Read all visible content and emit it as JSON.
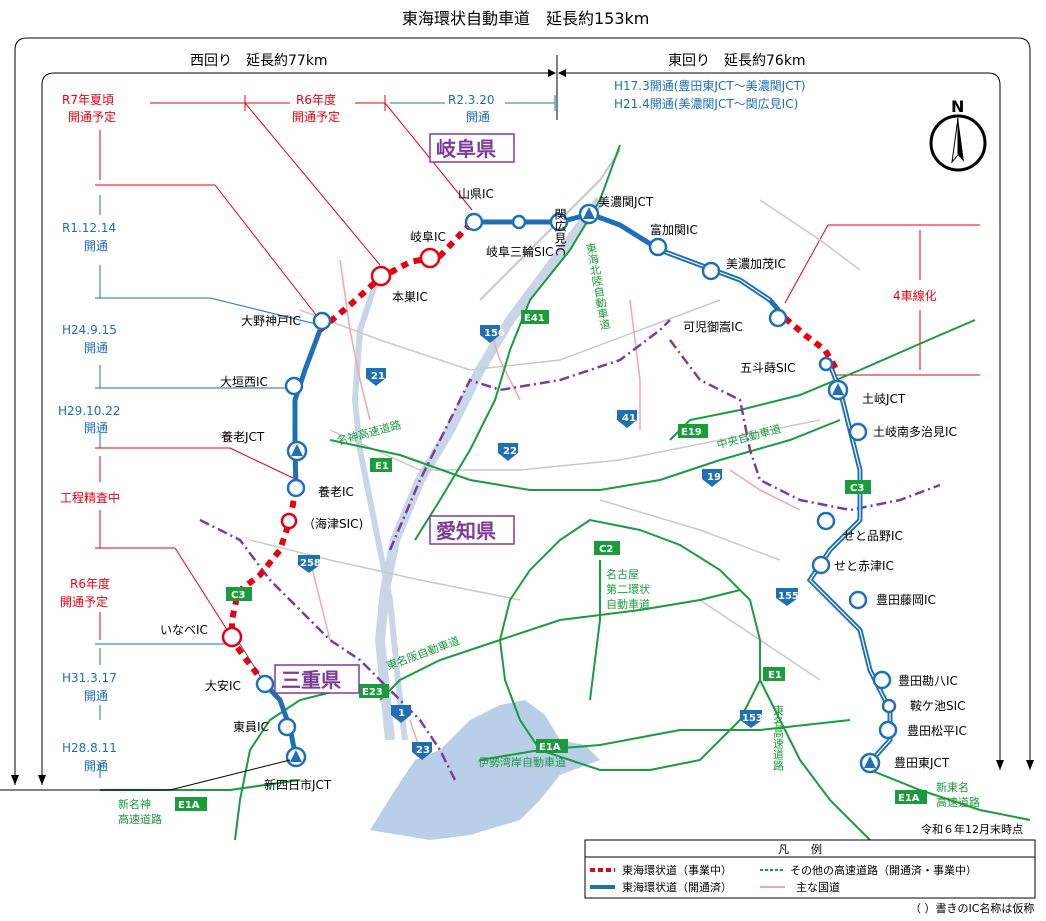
{
  "title": "東海環状自動車道　延長約153km",
  "west": {
    "label": "西回り　延長約77km"
  },
  "east": {
    "label": "東回り　延長約76km",
    "note1": "H17.3開通(豊田東JCT～美濃関JCT)",
    "note2": "H21.4開通(美濃関JCT～関広見IC)"
  },
  "top_segments": {
    "r7": [
      "R7年夏頃",
      "開通予定"
    ],
    "r6": [
      "R6年度",
      "開通予定"
    ],
    "r2": [
      "R2.3.20",
      "開通"
    ]
  },
  "left_segments": {
    "r1": [
      "R1.12.14",
      "開通"
    ],
    "h24": [
      "H24.9.15",
      "開通"
    ],
    "h29": [
      "H29.10.22",
      "開通"
    ],
    "koutei": "工程精査中",
    "r6": [
      "R6年度",
      "開通予定"
    ],
    "h31": [
      "H31.3.17",
      "開通"
    ],
    "h28": [
      "H28.8.11",
      "開通"
    ]
  },
  "prefectures": {
    "gifu": "岐阜県",
    "aichi": "愛知県",
    "mie": "三重県"
  },
  "four_lane": "4車線化",
  "interchanges": {
    "yamagata": "山県IC",
    "gifu": "岐阜IC",
    "honsu": "本巣IC",
    "gifumiwa": "岐阜三輪SIC",
    "sekihiromi": "関広見IC",
    "minoseki": "美濃関JCT",
    "tomika": "富加関IC",
    "minokamo": "美濃加茂IC",
    "kani": "可児御嵩IC",
    "gotofu": "五斗蒔SIC",
    "toki": "土岐JCT",
    "tokiminami": "土岐南多治見IC",
    "setoshinano": "せと品野IC",
    "setoakazu": "せと赤津IC",
    "toyotafujioka": "豊田藤岡IC",
    "toyotakanpachi": "豊田勘八IC",
    "kogaike": "鞍ケ池SIC",
    "toyotamatsudaira": "豊田松平IC",
    "toyotahigashi": "豊田東JCT",
    "oonokanbe": "大野神戸IC",
    "oogakinishi": "大垣西IC",
    "yourojct": "養老JCT",
    "yourouic": "養老IC",
    "kaizu": "（海津SIC)",
    "inabe": "いなべIC",
    "daian": "大安IC",
    "touin": "東員IC",
    "shinyokkaichi": "新四日市JCT"
  },
  "roads": {
    "meishin": "名神高速道路",
    "tokaihokuriku": "東海北陸自動車道",
    "chuo": "中央自動車道",
    "nagoya2": "名古屋\n第二環状\n自動車道",
    "higashimeihan": "東名阪自動車道",
    "isewangan": "伊勢湾岸自動車道",
    "tomei": "東名高速道路",
    "shinmeishin": "新名神\n高速道路",
    "shintomei": "新東名\n高速道路"
  },
  "shields": {
    "e41": "E41",
    "e1a": "E1A",
    "e1": "E1",
    "e19": "E19",
    "c3": "C3",
    "c2": "C2",
    "e23": "E23",
    "n156": "156",
    "n21": "21",
    "n22": "22",
    "n41": "41",
    "n19": "19",
    "n258": "258",
    "n155": "155",
    "n153": "153",
    "n1": "1",
    "n23": "23"
  },
  "asof": "令和６年12月末時点",
  "legend": {
    "title": "凡　　例",
    "jigyo": "東海環状道（事業中）",
    "kaitsu": "東海環状道（開通済）",
    "other": "その他の高速道路（開通済・事業中）",
    "kokudo": "主な国道"
  },
  "footnote": "（ ）書きのIC名称は仮称",
  "north": "N",
  "colors": {
    "blue": "#1f6fb5",
    "red": "#e60012",
    "green": "#1a9b3c",
    "purple": "#7d3c98",
    "sea": "#b9cfe8",
    "river": "#c8d6e8"
  }
}
